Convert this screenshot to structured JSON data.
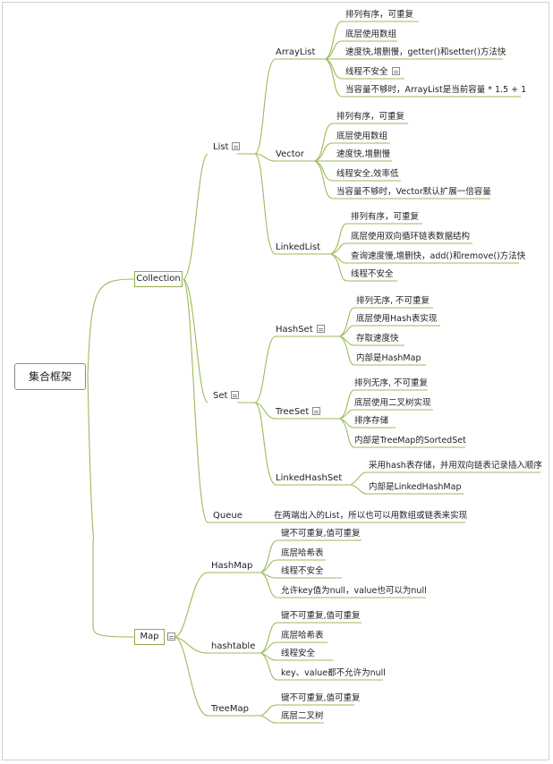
{
  "root": "集合框架",
  "collection": {
    "label": "Collection",
    "list": {
      "label": "List",
      "arraylist": {
        "label": "ArrayList",
        "items": [
          "排列有序，可重复",
          "底层使用数组",
          "速度快,增删慢，getter()和setter()方法快",
          "线程不安全",
          "当容量不够时，ArrayList是当前容量 * 1.5 + 1"
        ]
      },
      "vector": {
        "label": "Vector",
        "items": [
          "排列有序，可重复",
          "底层使用数组",
          "速度快,增删慢",
          "线程安全,效率低",
          "当容量不够时，Vector默认扩展一倍容量"
        ]
      },
      "linkedlist": {
        "label": "LinkedList",
        "items": [
          "排列有序，可重复",
          "底层使用双向循环链表数据结构",
          "查询速度慢,增删快，add()和remove()方法快",
          "线程不安全"
        ]
      }
    },
    "set": {
      "label": "Set",
      "hashset": {
        "label": "HashSet",
        "items": [
          "排列无序, 不可重复",
          "底层使用Hash表实现",
          "存取速度快",
          "内部是HashMap"
        ]
      },
      "treeset": {
        "label": "TreeSet",
        "items": [
          "排列无序, 不可重复",
          "底层使用二叉树实现",
          "排序存储",
          "内部是TreeMap的SortedSet"
        ]
      },
      "linkedhashset": {
        "label": "LinkedHashSet",
        "items": [
          "采用hash表存储，并用双向链表记录插入顺序",
          "内部是LinkedHashMap"
        ]
      }
    },
    "queue": {
      "label": "Queue",
      "desc": "在两端出入的List，所以也可以用数组或链表来实现"
    }
  },
  "map": {
    "label": "Map",
    "hashmap": {
      "label": "HashMap",
      "items": [
        "键不可重复,值可重复",
        "底层哈希表",
        "线程不安全",
        "允许key值为null，value也可以为null"
      ]
    },
    "hashtable": {
      "label": "hashtable",
      "items": [
        "键不可重复,值可重复",
        "底层哈希表",
        "线程安全",
        "key、value都不允许为null"
      ]
    },
    "treemap": {
      "label": "TreeMap",
      "items": [
        "键不可重复,值可重复",
        "底层二叉树"
      ]
    }
  },
  "colors": {
    "line": "#9bbb59",
    "root_border": "#8a8a8a"
  },
  "icons": [
    "note-icon"
  ]
}
